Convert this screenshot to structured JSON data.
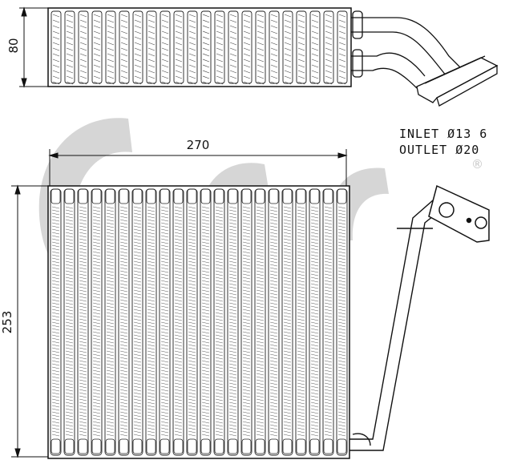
{
  "dimensions": {
    "height_top": "80",
    "width": "270",
    "height_front": "253"
  },
  "specs": {
    "inlet": "INLET Ø13 6",
    "outlet": "OUTLET Ø20"
  },
  "watermark": {
    "registered_mark": "®",
    "color": "#d4d4d4"
  },
  "colors": {
    "line": "#111111",
    "fin": "#333333"
  }
}
